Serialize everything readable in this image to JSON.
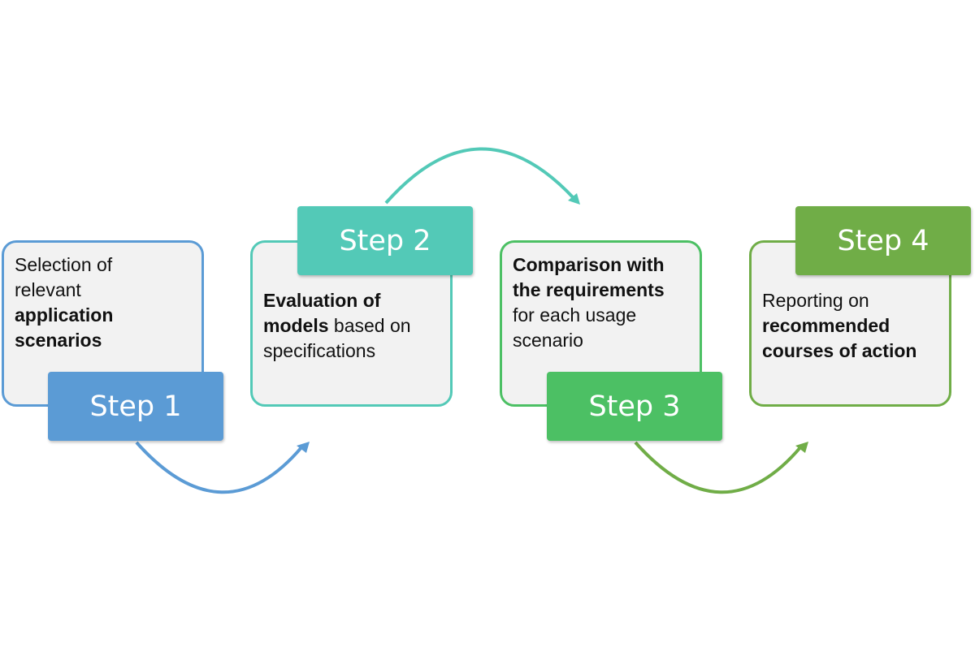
{
  "colors": {
    "step1": "#5b9bd5",
    "step2": "#53c9b7",
    "step3": "#4cc064",
    "step4": "#70ad47",
    "card_fill": "#f2f2f2"
  },
  "steps": [
    {
      "label": "Step 1",
      "text_parts": [
        {
          "text": "Selection of",
          "bold": false
        },
        {
          "text": "relevant",
          "bold": false
        },
        {
          "text": "application",
          "bold": true
        },
        {
          "text": "scenarios",
          "bold": true
        }
      ]
    },
    {
      "label": "Step 2",
      "text_parts": [
        {
          "text": "Evaluation of",
          "bold": true
        },
        {
          "text": "models",
          "bold": true
        },
        {
          "text": " based on",
          "bold": false
        },
        {
          "text": "specifications",
          "bold": false
        }
      ]
    },
    {
      "label": "Step 3",
      "text_parts": [
        {
          "text": "Comparison with",
          "bold": true
        },
        {
          "text": "the requirements",
          "bold": true
        },
        {
          "text": "for each usage",
          "bold": false
        },
        {
          "text": "scenario",
          "bold": false
        }
      ]
    },
    {
      "label": "Step 4",
      "text_parts": [
        {
          "text": "Reporting on",
          "bold": false
        },
        {
          "text": "recommended",
          "bold": true
        },
        {
          "text": "courses of action",
          "bold": true
        }
      ]
    }
  ]
}
